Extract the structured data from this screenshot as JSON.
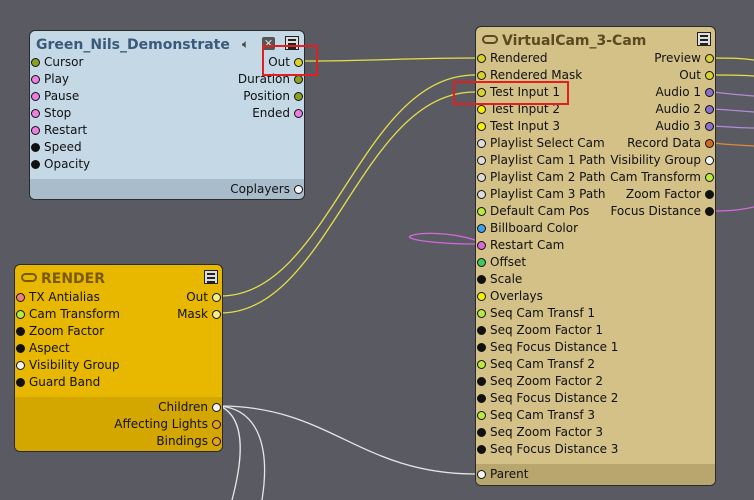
{
  "colors": {
    "background": "#5a5a63",
    "green_node": "#c4d8e6",
    "render_node": "#e8b800",
    "vcam_node": "#d3c187",
    "wire_yellow": "#e6e04a",
    "wire_white": "#e6e6e6",
    "wire_pink": "#d36ad8",
    "highlight": "#e02020"
  },
  "green_node": {
    "title": "Green_Nils_Demonstrate",
    "icons": [
      "speaker-icon",
      "close-icon",
      "menu-icon"
    ],
    "inputs": [
      "Cursor",
      "Play",
      "Pause",
      "Stop",
      "Restart",
      "Speed",
      "Opacity"
    ],
    "outputs": [
      "Out",
      "Duration",
      "Position",
      "Ended"
    ],
    "footer_output": "Coplayers"
  },
  "render_node": {
    "title": "RENDER",
    "icons": [
      "link-icon",
      "menu-icon"
    ],
    "inputs": [
      "TX Antialias",
      "Cam Transform",
      "Zoom Factor",
      "Aspect",
      "Visibility Group",
      "Guard Band"
    ],
    "outputs": [
      "Out",
      "Mask"
    ],
    "footer_outputs": [
      "Children",
      "Affecting Lights",
      "Bindings"
    ]
  },
  "vcam_node": {
    "title": "VirtualCam_3-Cam",
    "icons": [
      "link-icon",
      "menu-icon"
    ],
    "inputs": [
      "Rendered",
      "Rendered Mask",
      "Test Input 1",
      "Test Input 2",
      "Test Input 3",
      "Playlist Select Cam",
      "Playlist Cam 1 Path",
      "Playlist Cam 2 Path",
      "Playlist Cam 3 Path",
      "Default Cam Pos",
      "Billboard Color",
      "Restart Cam",
      "Offset",
      "Scale",
      "Overlays",
      "Seq Cam Transf 1",
      "Seq Zoom Factor 1",
      "Seq Focus Distance 1",
      "Seq Cam Transf 2",
      "Seq Zoom Factor 2",
      "Seq Focus Distance 2",
      "Seq Cam Transf 3",
      "Seq Zoom Factor 3",
      "Seq Focus Distance 3"
    ],
    "outputs": [
      "Preview",
      "Out",
      "Audio 1",
      "Audio 2",
      "Audio 3",
      "Record Data",
      "Visibility Group",
      "Cam Transform",
      "Zoom Factor",
      "Focus Distance"
    ],
    "footer_input": "Parent"
  }
}
